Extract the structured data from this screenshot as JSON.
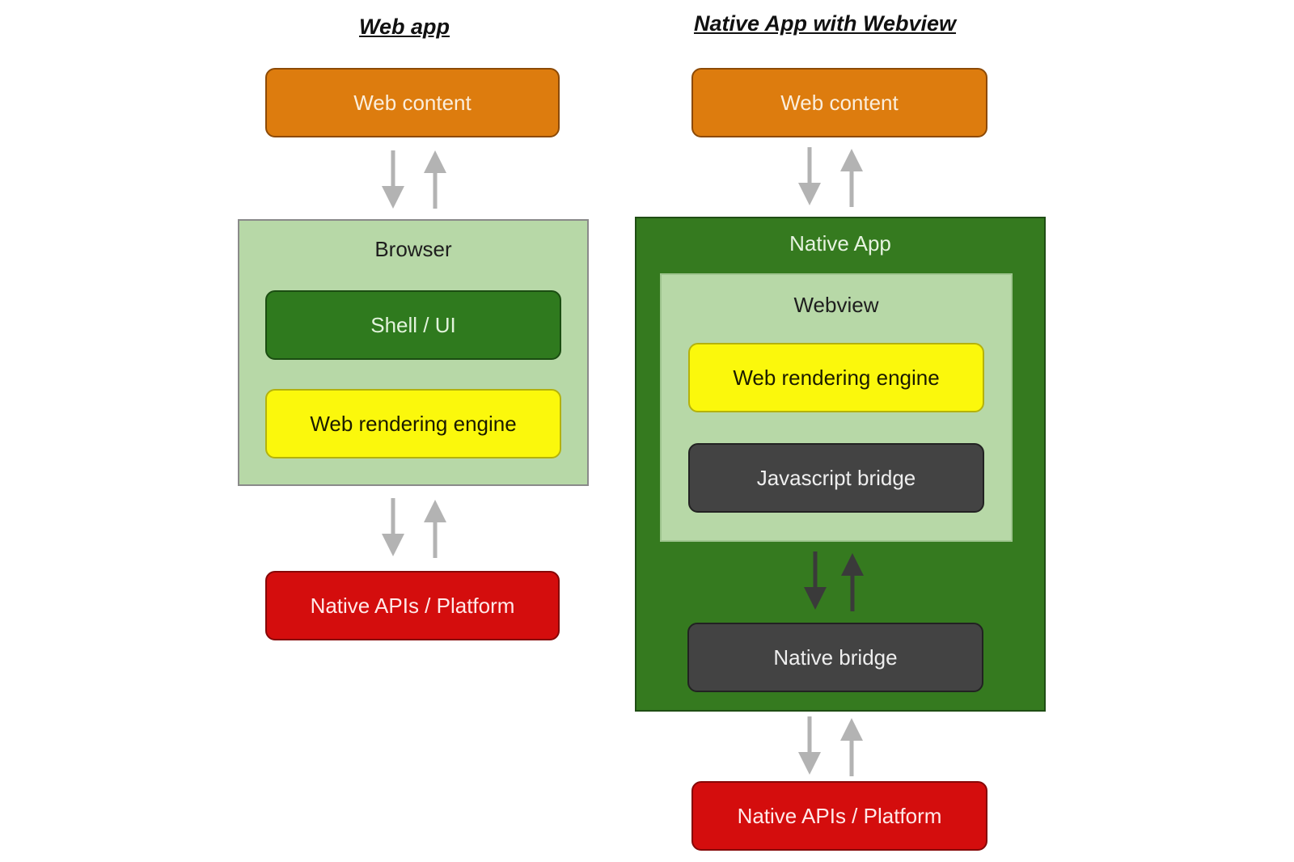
{
  "web_app": {
    "title": "Web app",
    "web_content": "Web content",
    "browser": {
      "label": "Browser",
      "shell": "Shell / UI",
      "engine": "Web rendering engine"
    },
    "platform": "Native APIs / Platform"
  },
  "native_app": {
    "title": "Native App with Webview",
    "web_content": "Web content",
    "native_app_label": "Native App",
    "webview": {
      "label": "Webview",
      "engine": "Web rendering engine",
      "js_bridge": "Javascript bridge"
    },
    "native_bridge": "Native bridge",
    "platform": "Native APIs / Platform"
  },
  "colors": {
    "web_content": "#dd7c0e",
    "platform": "#d40d0d",
    "engine": "#fbf80c",
    "shell": "#2f7a1e",
    "bridge": "#434343",
    "light_panel": "#b7d8a7",
    "dark_panel": "#357a1f",
    "arrow_light": "#b3b3b3",
    "arrow_dark": "#3a3a3a"
  }
}
